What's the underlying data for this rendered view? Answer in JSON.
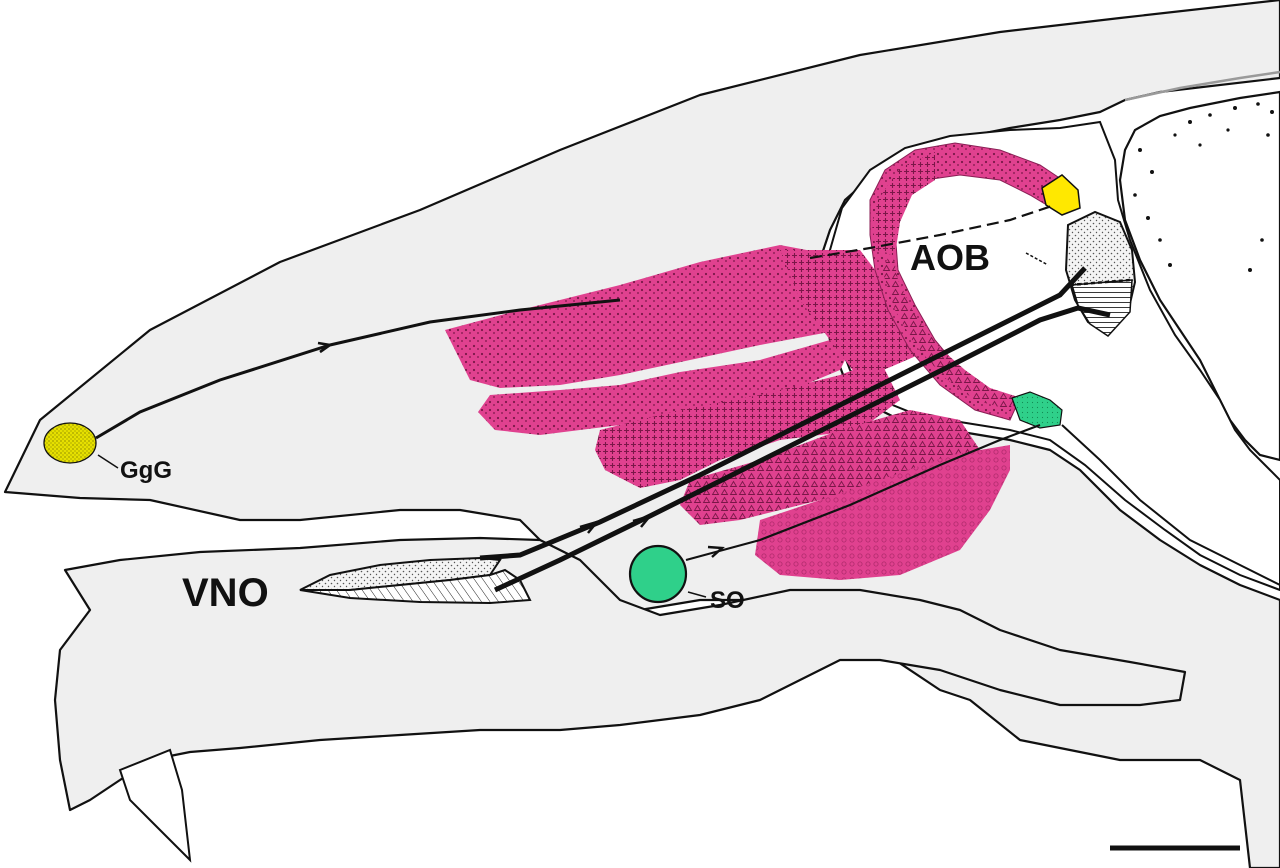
{
  "labels": {
    "ggg": "GgG",
    "aob": "AOB",
    "vno": "VNO",
    "so": "SO"
  },
  "colors": {
    "background": "#ffffff",
    "tissue": "#efefef",
    "outline": "#111111",
    "turbinate_magenta": "#e0418f",
    "grueneberg_yellow": "#e6e000",
    "septal_organ_green": "#2fd08a",
    "aob_yellow": "#ffe800"
  },
  "scale_bar": {
    "label": ""
  }
}
